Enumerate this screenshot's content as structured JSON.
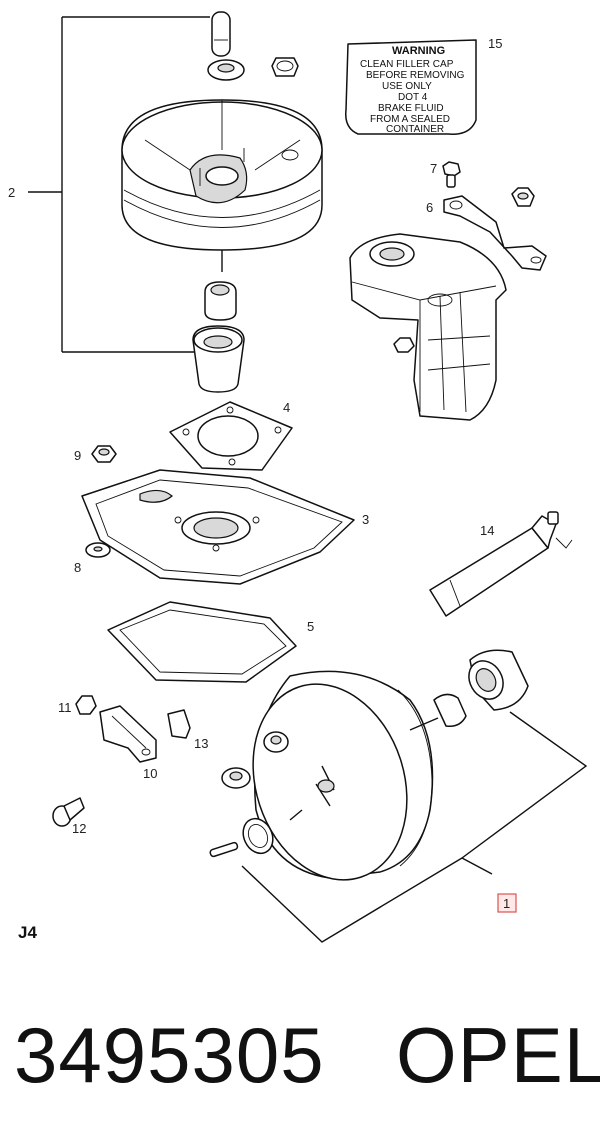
{
  "diagram": {
    "callouts": {
      "c1": "1",
      "c2": "2",
      "c3": "3",
      "c4": "4",
      "c5": "5",
      "c6": "6",
      "c7": "7",
      "c8": "8",
      "c9": "9",
      "c10": "10",
      "c11": "11",
      "c12": "12",
      "c13": "13",
      "c14": "14",
      "c15": "15"
    },
    "warning_label": {
      "title": "WARNING",
      "lines": [
        "CLEAN FILLER CAP",
        "BEFORE REMOVING",
        "USE ONLY",
        "DOT 4",
        "BRAKE FLUID",
        "FROM A SEALED",
        "CONTAINER"
      ]
    },
    "diagram_code": "J4",
    "highlight_color": "#d9534f"
  },
  "footer": {
    "part_number": "3495305",
    "brand": "OPEL"
  }
}
